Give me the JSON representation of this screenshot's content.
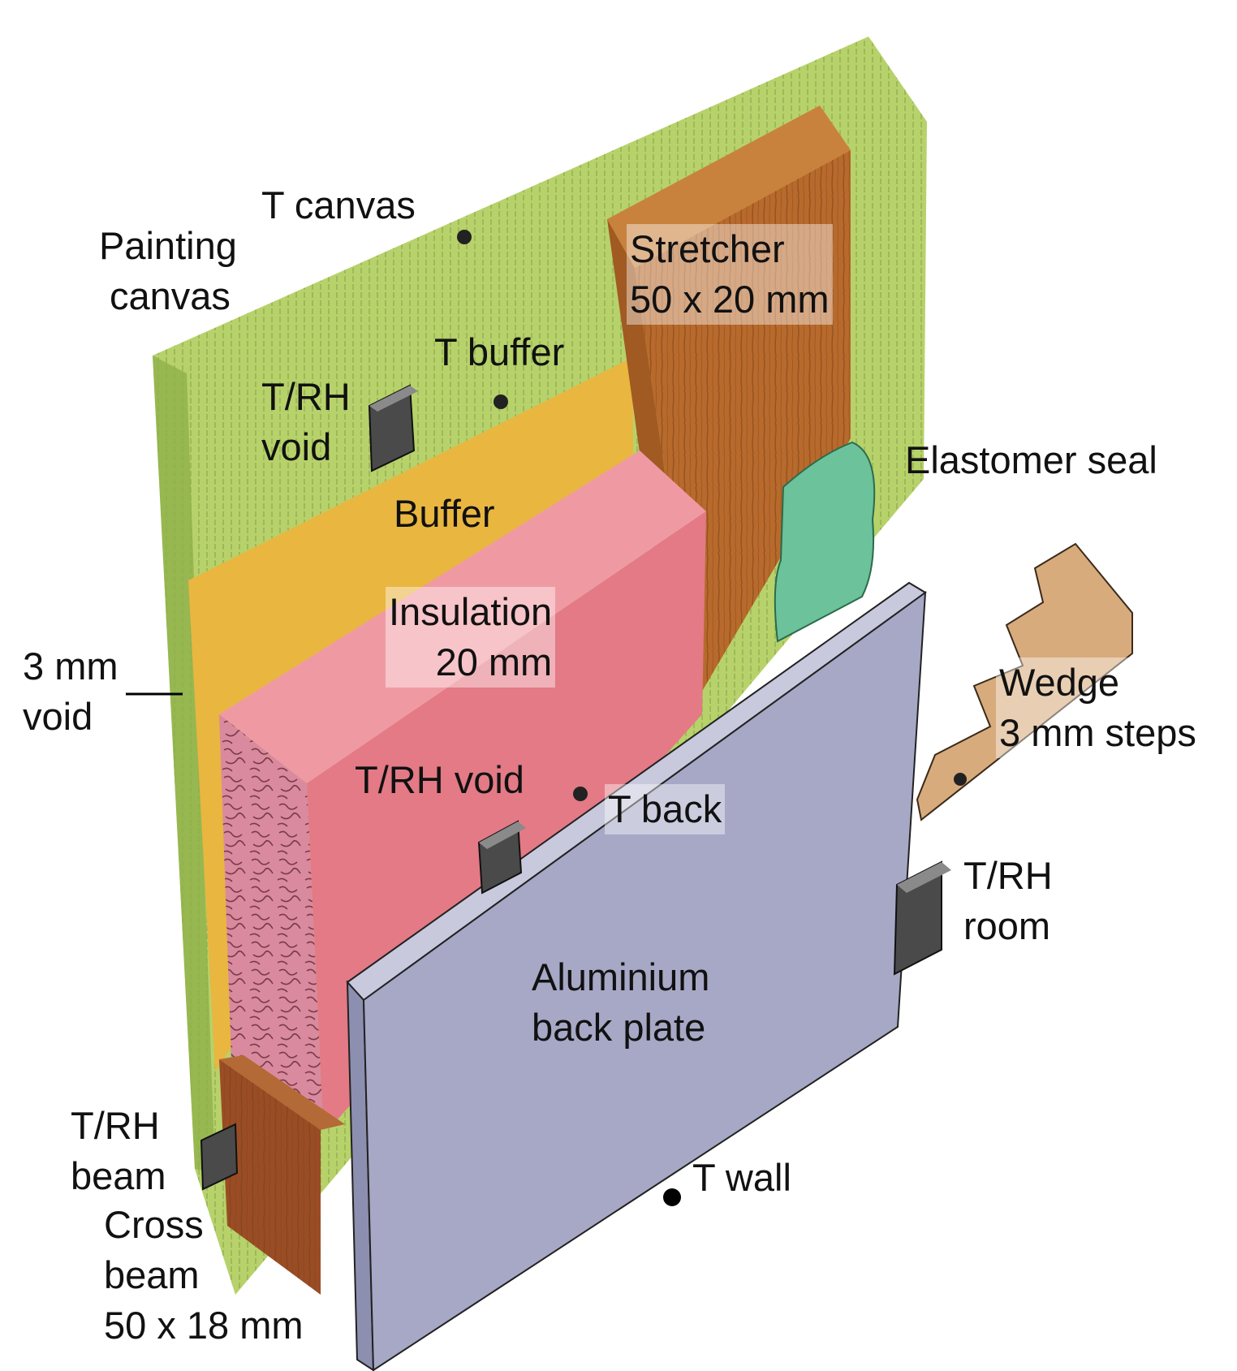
{
  "colors": {
    "canvas": "#b7d26a",
    "canvas_dark": "#8fb04a",
    "buffer": "#e9b640",
    "insulation": "#e37a86",
    "insulation_side": "#d98a9e",
    "stretcher": "#b86a2c",
    "seal": "#6cc29a",
    "plate": "#a6a8c6",
    "plate_edge": "#c8c9dd",
    "beam": "#9a4d25",
    "wedge": "#d8ab7d",
    "sensor": "#4a4a4a"
  },
  "labels": {
    "painting_canvas": [
      "Painting",
      "canvas"
    ],
    "t_canvas": "T canvas",
    "stretcher": [
      "Stretcher",
      "50 x 20 mm"
    ],
    "t_buffer": "T buffer",
    "trh_void_top": [
      "T/RH",
      "void"
    ],
    "elastomer_seal": "Elastomer seal",
    "buffer": "Buffer",
    "insulation": [
      "Insulation",
      "20 mm"
    ],
    "void_3mm": [
      "3 mm",
      "void"
    ],
    "wedge": [
      "Wedge",
      "3 mm steps"
    ],
    "trh_void_mid": "T/RH void",
    "t_back": "T back",
    "trh_room": [
      "T/RH",
      "room"
    ],
    "aluminium": [
      "Aluminium",
      "back plate"
    ],
    "trh_beam": [
      "T/RH",
      "beam"
    ],
    "cross_beam": [
      "Cross",
      "beam",
      "50 x 18 mm"
    ],
    "t_wall": "T wall"
  }
}
